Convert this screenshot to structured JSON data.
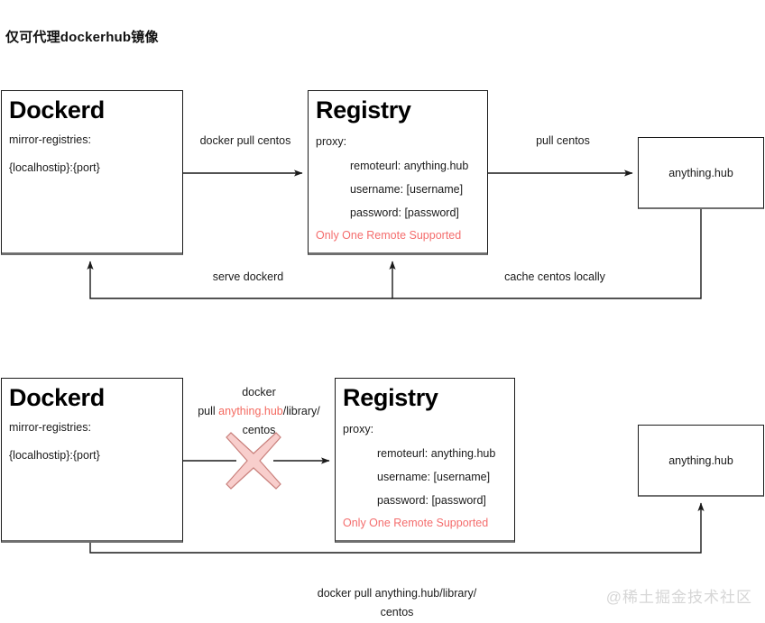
{
  "page": {
    "title": "仅可代理dockerhub镜像",
    "watermark": "@稀土掘金技术社区"
  },
  "colors": {
    "warning_text": "#f46d6d",
    "highlight_text": "#f4695f",
    "x_fill": "#f8cecc",
    "x_stroke": "#c9807c",
    "node_border": "#1a1a1a",
    "watermark": "#d6d6d6"
  },
  "diagram": {
    "rows": [
      {
        "id": "row-working",
        "nodes": {
          "dockerd": {
            "title": "Dockerd",
            "lines": [
              {
                "text": "mirror-registries:",
                "indent": false
              },
              {
                "text": "{localhostip}:{port}",
                "indent": false
              }
            ]
          },
          "registry": {
            "title": "Registry",
            "lines": [
              {
                "text": "proxy:",
                "indent": false
              },
              {
                "text": "remoteurl: anything.hub",
                "indent": true
              },
              {
                "text": "username: [username]",
                "indent": true
              },
              {
                "text": "password: [password]",
                "indent": true
              }
            ],
            "warning": "Only One Remote Supported"
          },
          "remote": {
            "label": "anything.hub"
          }
        },
        "edges": {
          "dockerd_to_registry": "docker pull centos",
          "registry_to_remote": "pull centos",
          "serve": "serve dockerd",
          "cache": "cache centos locally"
        }
      },
      {
        "id": "row-blocked",
        "nodes": {
          "dockerd": {
            "title": "Dockerd",
            "lines": [
              {
                "text": "mirror-registries:",
                "indent": false
              },
              {
                "text": "{localhostip}:{port}",
                "indent": false
              }
            ]
          },
          "registry": {
            "title": "Registry",
            "lines": [
              {
                "text": "proxy:",
                "indent": false
              },
              {
                "text": "remoteurl: anything.hub",
                "indent": true
              },
              {
                "text": "username: [username]",
                "indent": true
              },
              {
                "text": "password: [password]",
                "indent": true
              }
            ],
            "warning": "Only One Remote Supported"
          },
          "remote": {
            "label": "anything.hub"
          }
        },
        "edges": {
          "blocked_line1": "docker",
          "blocked_line2_prefix": "pull ",
          "blocked_line2_highlight": "anything.hub",
          "blocked_line2_suffix": "/library/",
          "blocked_line3": "centos",
          "bottom_line1": "docker pull anything.hub/library/",
          "bottom_line2": "centos",
          "blocked_marker": "x-cross-icon"
        }
      }
    ]
  }
}
